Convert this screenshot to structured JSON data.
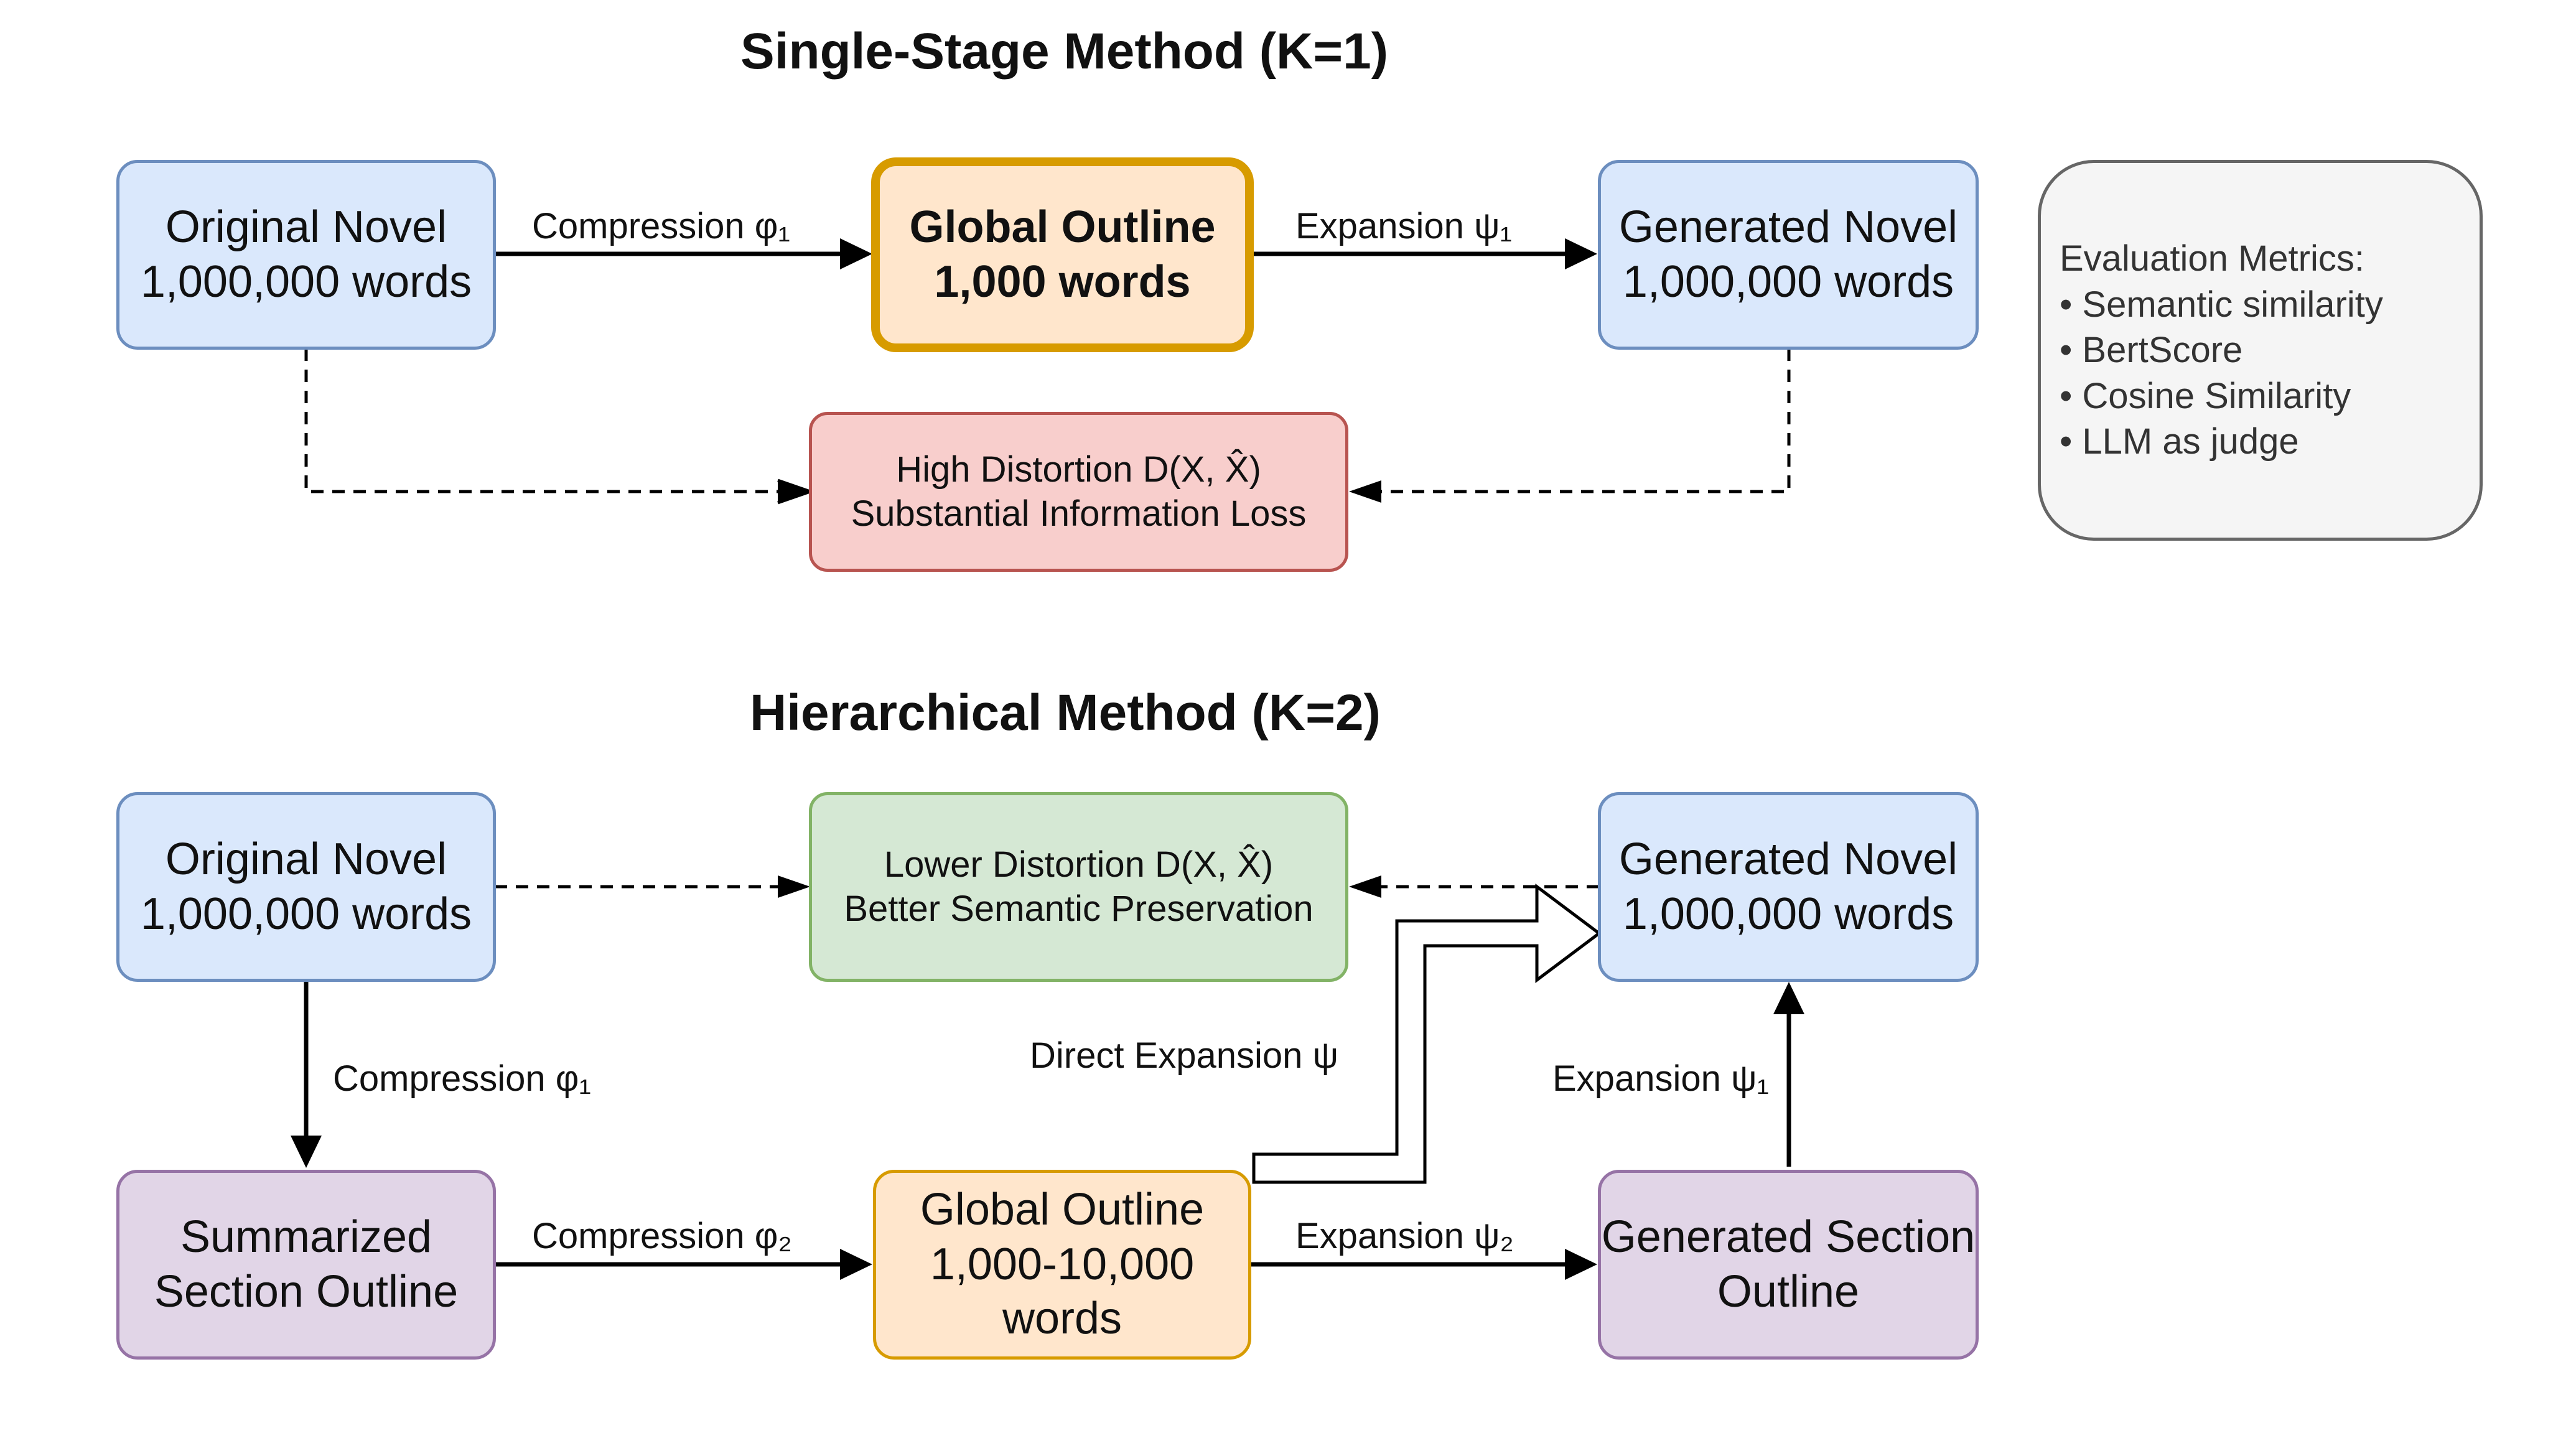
{
  "titles": {
    "single": "Single-Stage Method (K=1)",
    "hierarchical": "Hierarchical Method (K=2)"
  },
  "single": {
    "original": {
      "line1": "Original Novel",
      "line2": "1,000,000 words"
    },
    "outline": {
      "line1": "Global Outline",
      "line2": "1,000 words"
    },
    "generated": {
      "line1": "Generated Novel",
      "line2": "1,000,000 words"
    },
    "distortion": {
      "line1": "High Distortion D(X, X̂)",
      "line2": "Substantial Information Loss"
    },
    "edge_compression": "Compression φ₁",
    "edge_expansion": "Expansion ψ₁"
  },
  "metrics": {
    "title": "Evaluation Metrics:",
    "items": [
      "• Semantic similarity",
      "• BertScore",
      "• Cosine Similarity",
      "• LLM as judge"
    ]
  },
  "hier": {
    "original": {
      "line1": "Original Novel",
      "line2": "1,000,000 words"
    },
    "distortion": {
      "line1": "Lower Distortion D(X, X̂)",
      "line2": "Better Semantic Preservation"
    },
    "generated": {
      "line1": "Generated Novel",
      "line2": "1,000,000 words"
    },
    "summarized": {
      "line1": "Summarized",
      "line2": "Section Outline"
    },
    "outline": {
      "line1": "Global Outline",
      "line2": "1,000-10,000",
      "line3": "words"
    },
    "gen_section": {
      "line1": "Generated Section",
      "line2": "Outline"
    },
    "edge_compression1": "Compression φ₁",
    "edge_compression2": "Compression φ₂",
    "edge_expansion2": "Expansion ψ₂",
    "edge_expansion1": "Expansion ψ₁",
    "edge_direct": "Direct Expansion ψ"
  },
  "colors": {
    "blue_fill": "#dae8fc",
    "blue_stroke": "#6c8ebf",
    "orange_fill": "#ffe6cc",
    "orange_stroke": "#d79b00",
    "red_fill": "#f8cecc",
    "red_stroke": "#b85450",
    "green_fill": "#d5e8d4",
    "green_stroke": "#82b366",
    "purple_fill": "#e1d5e7",
    "purple_stroke": "#9673a6",
    "gray_fill": "#f5f5f5",
    "gray_stroke": "#666666"
  }
}
